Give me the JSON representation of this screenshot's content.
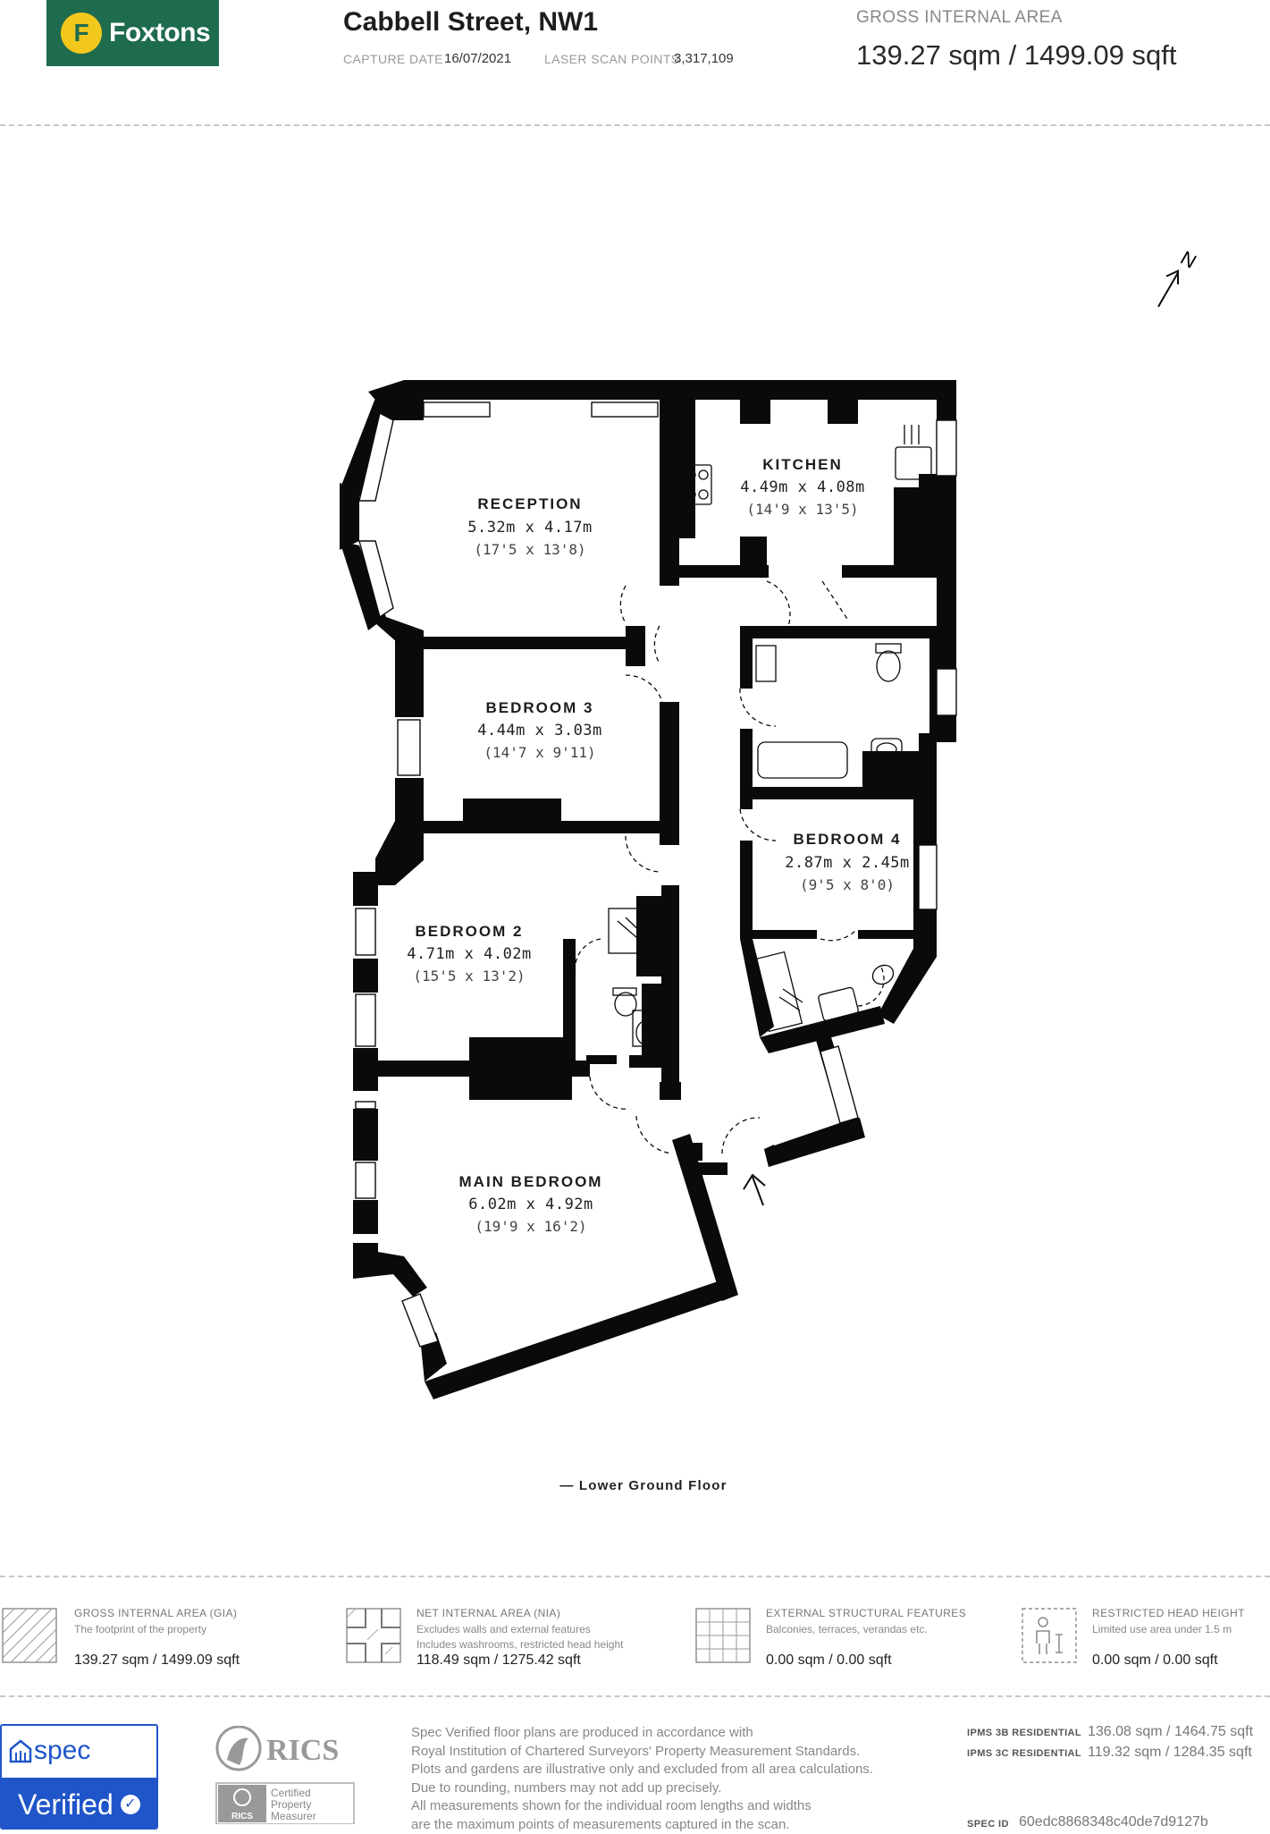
{
  "header": {
    "logo_letter": "F",
    "logo_text": "Foxtons",
    "title": "Cabbell Street, NW1",
    "capture_date_label": "CAPTURE DATE",
    "capture_date": "16/07/2021",
    "laser_label": "LASER SCAN POINTS",
    "laser_points": "3,317,109",
    "gia_label": "GROSS INTERNAL AREA",
    "gia_value": "139.27 sqm / 1499.09 sqft"
  },
  "compass": {
    "letter": "N"
  },
  "rooms": {
    "reception": {
      "name": "RECEPTION",
      "metric": "5.32m x 4.17m",
      "imperial": "(17'5 x 13'8)"
    },
    "kitchen": {
      "name": "KITCHEN",
      "metric": "4.49m x 4.08m",
      "imperial": "(14'9 x 13'5)"
    },
    "bedroom3": {
      "name": "BEDROOM 3",
      "metric": "4.44m x 3.03m",
      "imperial": "(14'7 x 9'11)"
    },
    "bedroom4": {
      "name": "BEDROOM 4",
      "metric": "2.87m x 2.45m",
      "imperial": "(9'5 x 8'0)"
    },
    "bedroom2": {
      "name": "BEDROOM 2",
      "metric": "4.71m x 4.02m",
      "imperial": "(15'5 x 13'2)"
    },
    "main_bedroom": {
      "name": "MAIN BEDROOM",
      "metric": "6.02m x 4.92m",
      "imperial": "(19'9 x 16'2)"
    }
  },
  "floor_label": "— Lower Ground Floor",
  "legend": [
    {
      "title": "GROSS INTERNAL AREA (GIA)",
      "desc": [
        "The footprint of the property"
      ],
      "value": "139.27 sqm / 1499.09 sqft",
      "icon": "gia-hatch-icon"
    },
    {
      "title": "NET INTERNAL AREA (NIA)",
      "desc": [
        "Excludes walls and external features",
        "Includes washrooms, restricted head height"
      ],
      "value": "118.49 sqm / 1275.42 sqft",
      "icon": "nia-plan-icon"
    },
    {
      "title": "EXTERNAL STRUCTURAL FEATURES",
      "desc": [
        "Balconies, terraces, verandas etc."
      ],
      "value": "0.00 sqm / 0.00 sqft",
      "icon": "grid-icon"
    },
    {
      "title": "RESTRICTED HEAD HEIGHT",
      "desc": [
        "Limited use area under 1.5 m"
      ],
      "value": "0.00 sqm / 0.00 sqft",
      "icon": "head-height-icon"
    }
  ],
  "footer": {
    "spec_label": "spec",
    "verified_label": "Verified",
    "rics_label": "RICS",
    "rics_cert_lines": [
      "Certified",
      "Property",
      "Measurer"
    ],
    "rics_small": "RICS",
    "text_lines": [
      "Spec Verified floor plans are produced in accordance with",
      "Royal Institution of Chartered Surveyors' Property Measurement Standards.",
      "Plots and gardens are illustrative only and excluded from all area calculations.",
      "Due to rounding, numbers may not add up precisely.",
      "All measurements shown for the individual room lengths and widths",
      "are the maximum points of measurements captured in the scan."
    ],
    "ipms3b_label": "IPMS 3B RESIDENTIAL",
    "ipms3b_value": "136.08 sqm / 1464.75 sqft",
    "ipms3c_label": "IPMS 3C RESIDENTIAL",
    "ipms3c_value": "119.32 sqm / 1284.35 sqft",
    "spec_id_label": "SPEC ID",
    "spec_id": "60edc8868348c40de7d9127b"
  },
  "colors": {
    "brand_green": "#1e6b4e",
    "brand_yellow": "#f2c81d",
    "spec_blue": "#1f55c9",
    "wall": "#0a0a0a"
  }
}
